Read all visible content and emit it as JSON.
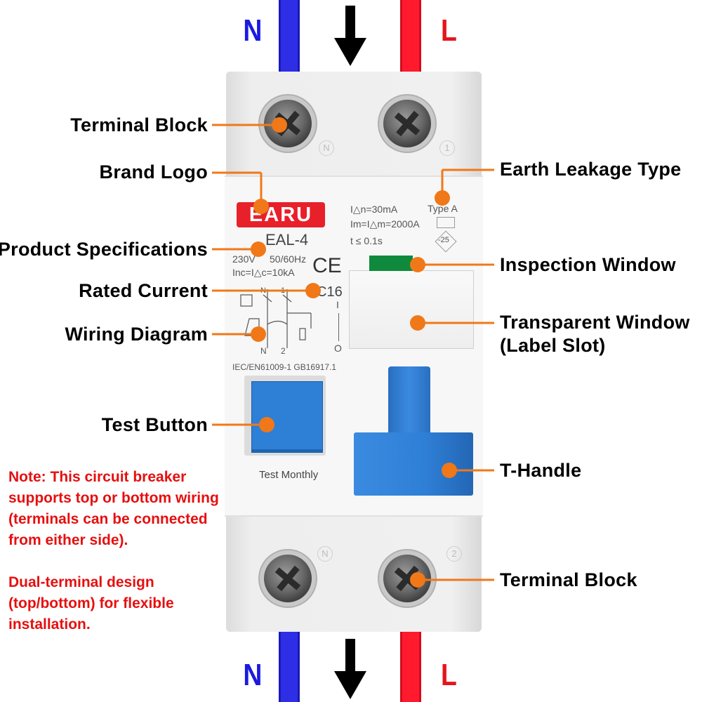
{
  "top": {
    "pole_n": "N",
    "pole_l": "L"
  },
  "bottom": {
    "pole_n": "N",
    "pole_l": "L"
  },
  "callouts": {
    "terminal_block_top": "Terminal Block",
    "brand_logo": "Brand Logo",
    "product_specifications": "Product Specifications",
    "rated_current": "Rated Current",
    "wiring_diagram": "Wiring Diagram",
    "test_button": "Test Button",
    "earth_leakage_type": "Earth Leakage Type",
    "inspection_window": "Inspection Window",
    "transparent_window_line1": "Transparent Window",
    "transparent_window_line2": "(Label Slot)",
    "t_handle": "T-Handle",
    "terminal_block_bottom": "Terminal Block"
  },
  "note": {
    "lines": [
      "Note: This circuit breaker",
      "supports top or bottom wiring",
      "(terminals can be connected",
      "from either side).",
      "",
      "Dual-terminal design",
      "(top/bottom) for flexible",
      "installation."
    ]
  },
  "device": {
    "brand": "EARU",
    "model": "EAL-4",
    "spec_voltage": "230V",
    "spec_freq": "50/60Hz",
    "spec_inc": "Inc=I△c=10kA",
    "spec_idn": "I△n=30mA",
    "spec_im": "Im=I△m=2000A",
    "spec_t": "t ≤ 0.1s",
    "type": "Type A",
    "temp": "-25",
    "ce": "CE",
    "rating": "C16",
    "standard": "IEC/EN61009-1 GB16917.1",
    "test_label": "Test Monthly",
    "wiring_n_top": "N",
    "wiring_1": "1",
    "wiring_n_bottom": "N",
    "wiring_2": "2",
    "handle_on": "I",
    "handle_off": "O",
    "terminal_n": "N",
    "terminal_1": "1",
    "terminal_2": "2"
  },
  "colors": {
    "neutral_wire": "#2e2ee6",
    "live_wire": "#ff1a2e",
    "callout_line": "#f07818",
    "note_text": "#e60f0f",
    "brand_badge": "#e8202a",
    "handle_blue": "#2e7fd6",
    "indicator_green": "#0f8a3c"
  },
  "icons": {
    "arrow_top": "arrow-down-icon",
    "arrow_bottom": "arrow-down-icon"
  }
}
